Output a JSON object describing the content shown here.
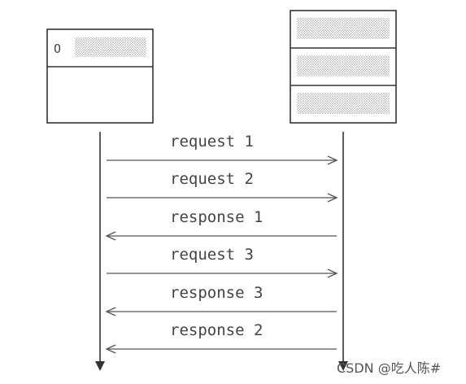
{
  "client": {
    "label": "O"
  },
  "messages": [
    {
      "text": "request 1",
      "direction": "right"
    },
    {
      "text": "request 2",
      "direction": "right"
    },
    {
      "text": "response 1",
      "direction": "left"
    },
    {
      "text": "request 3",
      "direction": "right"
    },
    {
      "text": "response 3",
      "direction": "left"
    },
    {
      "text": "response 2",
      "direction": "left"
    }
  ],
  "watermark": "CSDN @吃人陈#",
  "colors": {
    "line": "#333333",
    "arrow": "#555555",
    "dots": "#9a9a9a"
  }
}
